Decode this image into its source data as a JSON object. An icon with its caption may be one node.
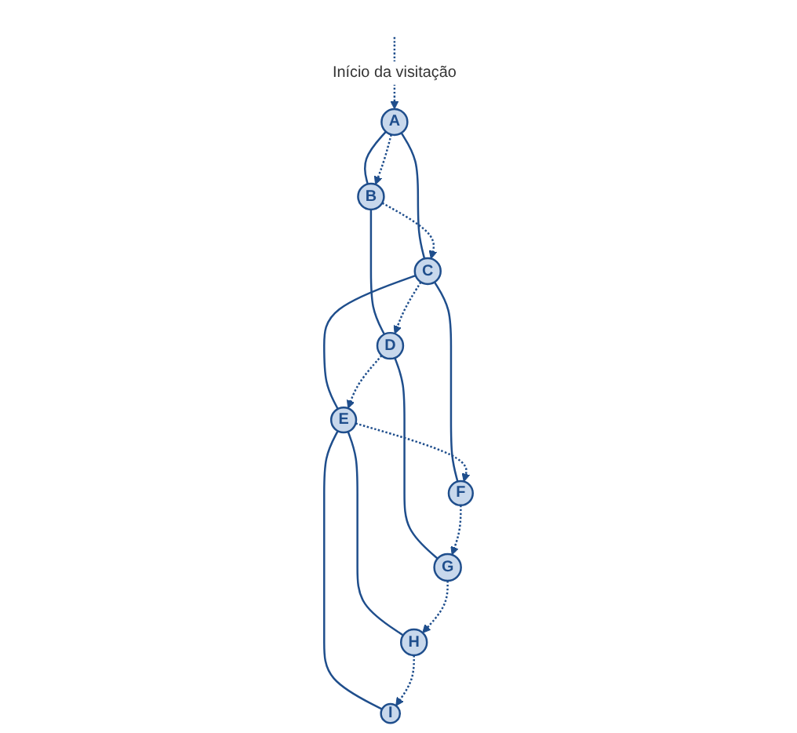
{
  "diagram": {
    "nodes": [
      {
        "text": [
          "A"
        ]
      },
      {
        "text": [
          "B"
        ]
      },
      {
        "text": [
          "C"
        ]
      },
      {
        "text": [
          "D"
        ]
      },
      {
        "text": [
          "E"
        ]
      },
      {
        "text": [
          "F"
        ]
      },
      {
        "text": [
          "G"
        ]
      },
      {
        "text": [
          "H"
        ]
      },
      {
        "text": [
          "I"
        ]
      }
    ],
    "edges": [
      {
        "from": null,
        "to": 0,
        "arrow": "to",
        "style": "dashed",
        "label": "Início da visitação"
      },
      {
        "from": 0,
        "to": 1,
        "arrow": "none"
      },
      {
        "from": 0,
        "to": 2,
        "arrow": "none"
      },
      {
        "from": 1,
        "to": 3,
        "arrow": "none"
      },
      {
        "from": 2,
        "to": 4,
        "arrow": "none"
      },
      {
        "from": 2,
        "to": 5,
        "arrow": "none"
      },
      {
        "from": 3,
        "to": 6,
        "arrow": "none"
      },
      {
        "from": 4,
        "to": 7,
        "arrow": "none"
      },
      {
        "from": 4,
        "to": 8,
        "arrow": "none"
      },
      {
        "from": 0,
        "to": 1,
        "arrow": "to",
        "style": "dashed"
      },
      {
        "from": 1,
        "to": 2,
        "arrow": "to",
        "style": "dashed"
      },
      {
        "from": 2,
        "to": 3,
        "arrow": "to",
        "style": "dashed"
      },
      {
        "from": 3,
        "to": 4,
        "arrow": "to",
        "style": "dashed"
      },
      {
        "from": 4,
        "to": 5,
        "arrow": "to",
        "style": "dashed"
      },
      {
        "from": 5,
        "to": 6,
        "arrow": "to",
        "style": "dashed"
      },
      {
        "from": 6,
        "to": 7,
        "arrow": "to",
        "style": "dashed"
      },
      {
        "from": 7,
        "to": 8,
        "arrow": "to",
        "style": "dashed"
      }
    ]
  }
}
